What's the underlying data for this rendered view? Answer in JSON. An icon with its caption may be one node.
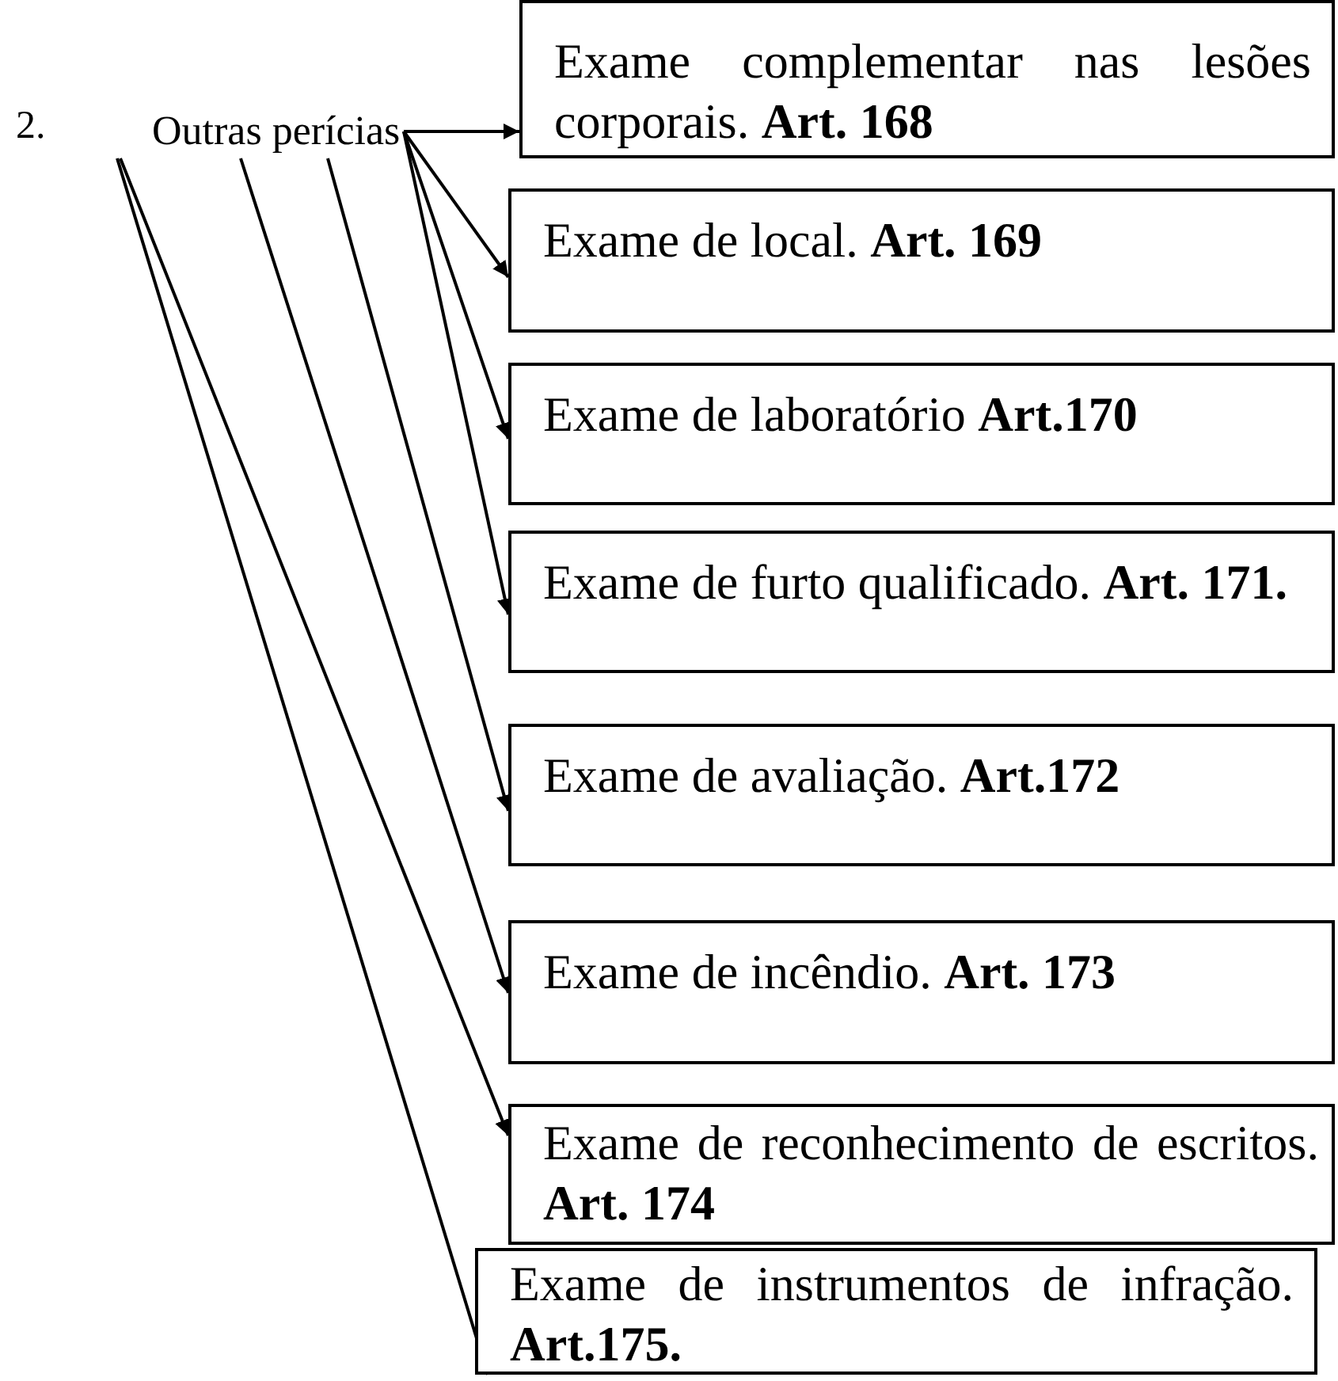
{
  "diagram": {
    "nodes": [
      {
        "text": [
          "Outras perícias"
        ]
      },
      {
        "text": [
          "Exame complementar nas lesões corporais. **Art. 168**"
        ]
      },
      {
        "text": [
          "Exame de local. **Art. 169**"
        ]
      },
      {
        "text": [
          "Exame de laboratório **Art.170**"
        ]
      },
      {
        "text": [
          "Exame de furto qualificado. **Art. 171.**"
        ]
      },
      {
        "text": [
          "Exame de avaliação. **Art.172**"
        ]
      },
      {
        "text": [
          "Exame de incêndio. **Art. 173**"
        ]
      },
      {
        "text": [
          "Exame de reconhecimento de escritos. **Art. 174**"
        ]
      },
      {
        "text": [
          "Exame de instrumentos de infração. **Art.175.**"
        ]
      }
    ],
    "edges": [
      {
        "from": 0,
        "to": 1,
        "arrow": "to"
      },
      {
        "from": 0,
        "to": 2,
        "arrow": "to"
      },
      {
        "from": 0,
        "to": 3,
        "arrow": "to"
      },
      {
        "from": 0,
        "to": 4,
        "arrow": "to"
      },
      {
        "from": 0,
        "to": 5,
        "arrow": "to"
      },
      {
        "from": 0,
        "to": 6,
        "arrow": "to"
      },
      {
        "from": 0,
        "to": 7,
        "arrow": "to"
      },
      {
        "from": 0,
        "to": 8,
        "arrow": "to"
      }
    ],
    "labels": [
      "2."
    ]
  }
}
